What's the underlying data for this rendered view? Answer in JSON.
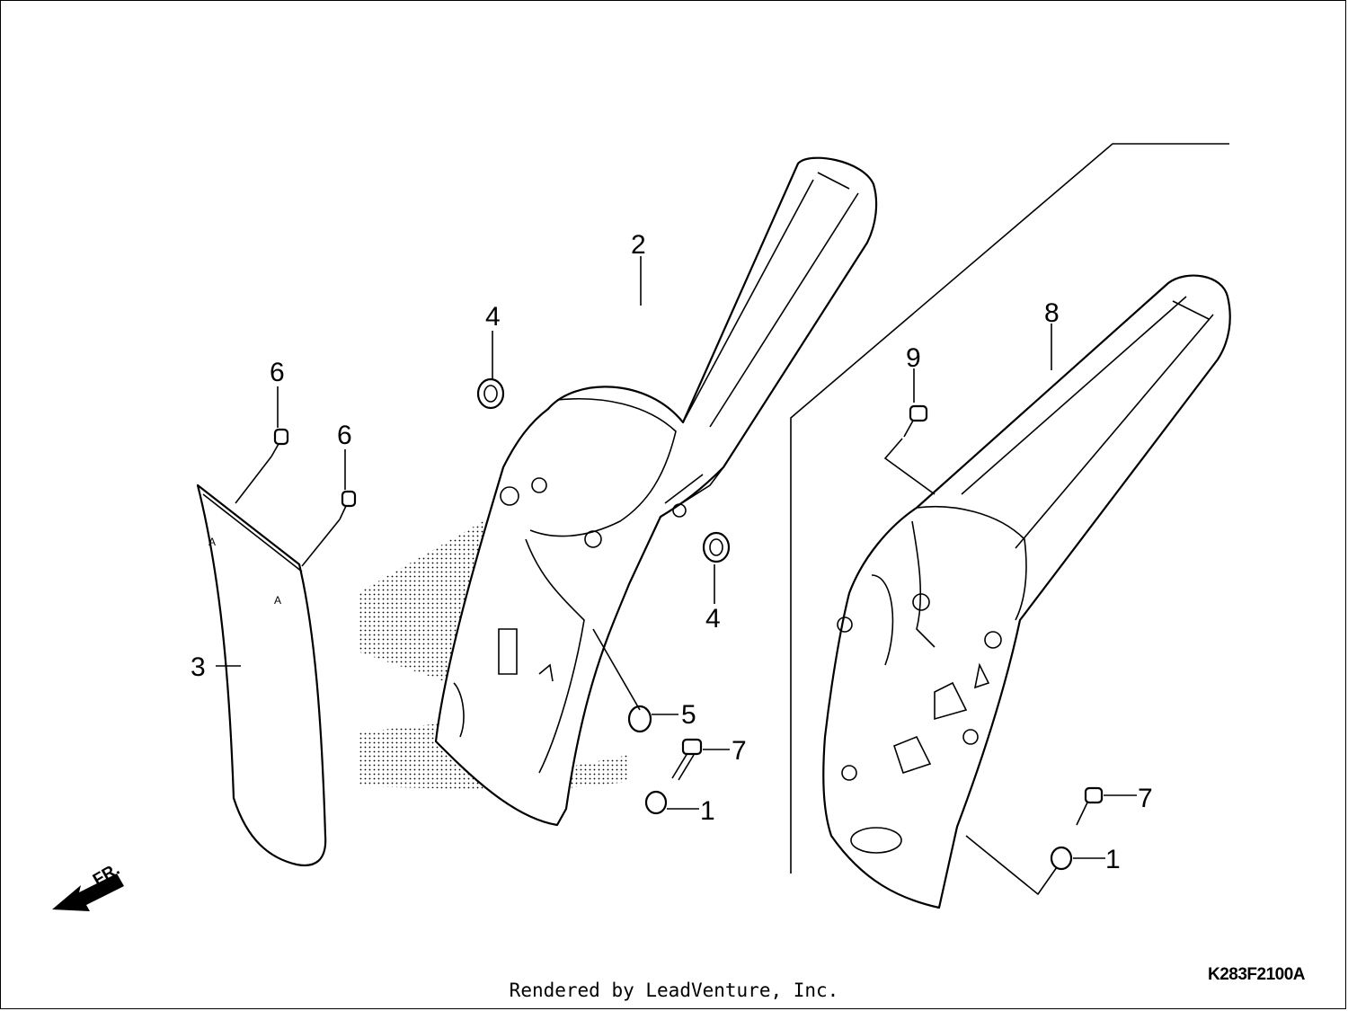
{
  "callouts": {
    "c1a": "1",
    "c1b": "1",
    "c2": "2",
    "c3": "3",
    "c4a": "4",
    "c4b": "4",
    "c5": "5",
    "c6a": "6",
    "c6b": "6",
    "c7a": "7",
    "c7b": "7",
    "c8": "8",
    "c9": "9"
  },
  "direction_label": "FR.",
  "drawing_code": "K283F2100A",
  "footer": "Rendered by LeadVenture, Inc."
}
